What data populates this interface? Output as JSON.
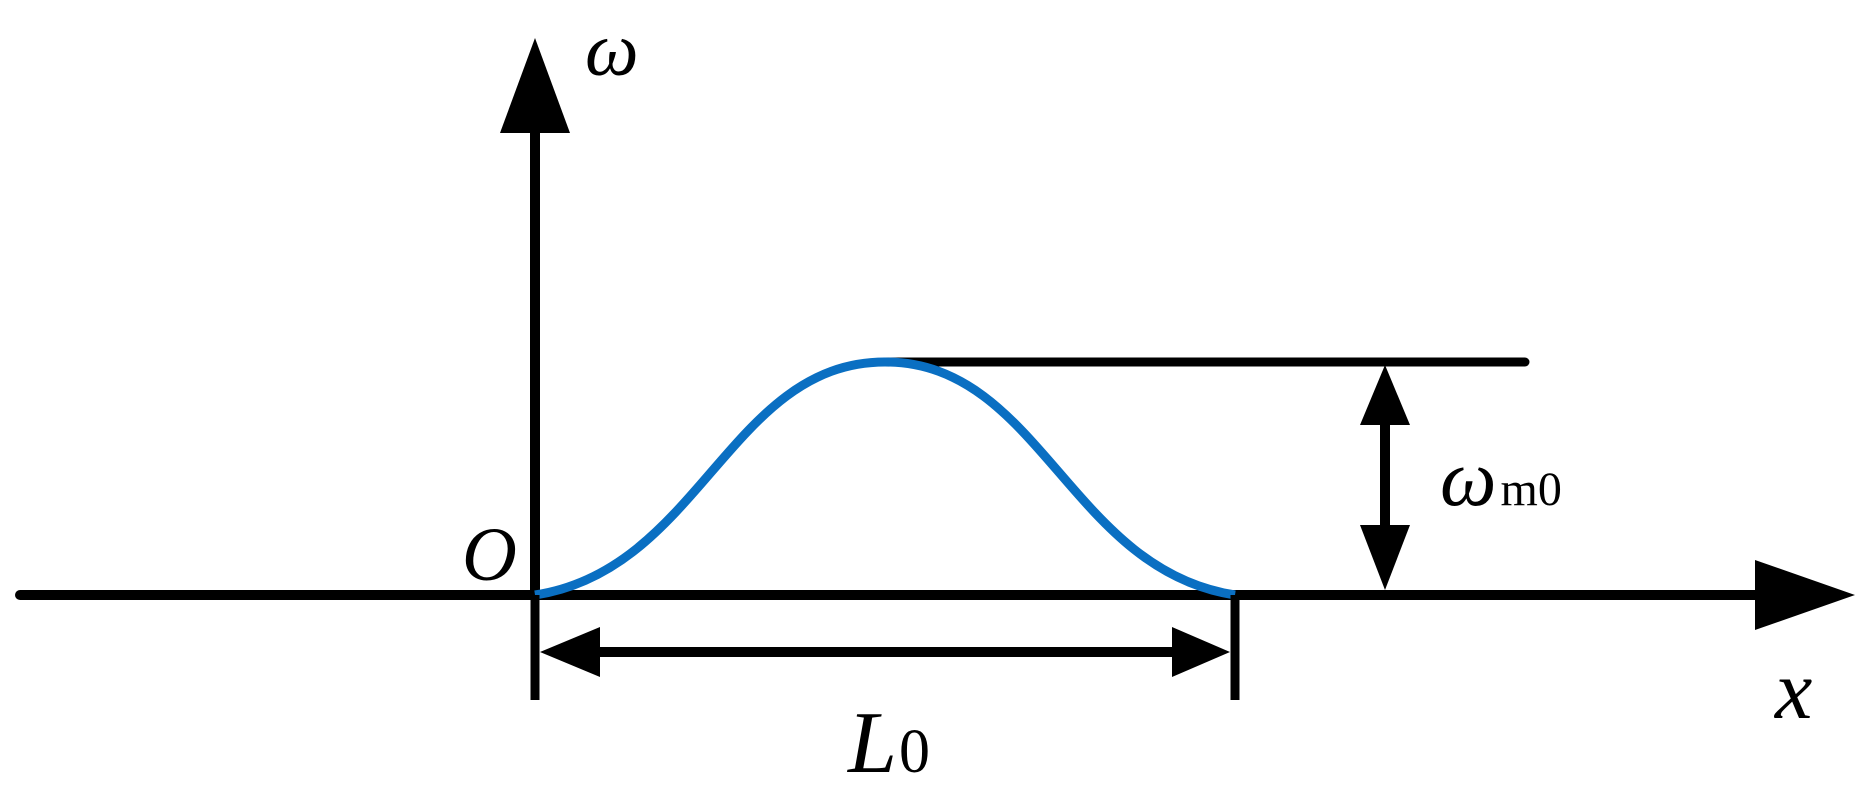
{
  "labels": {
    "y_axis": "ω",
    "x_axis": "x",
    "origin": "O",
    "amplitude": "ω",
    "amplitude_sub": "m0",
    "length": "L",
    "length_sub": "0"
  },
  "colors": {
    "curve": "#0a6fc2",
    "axes": "#000000"
  }
}
